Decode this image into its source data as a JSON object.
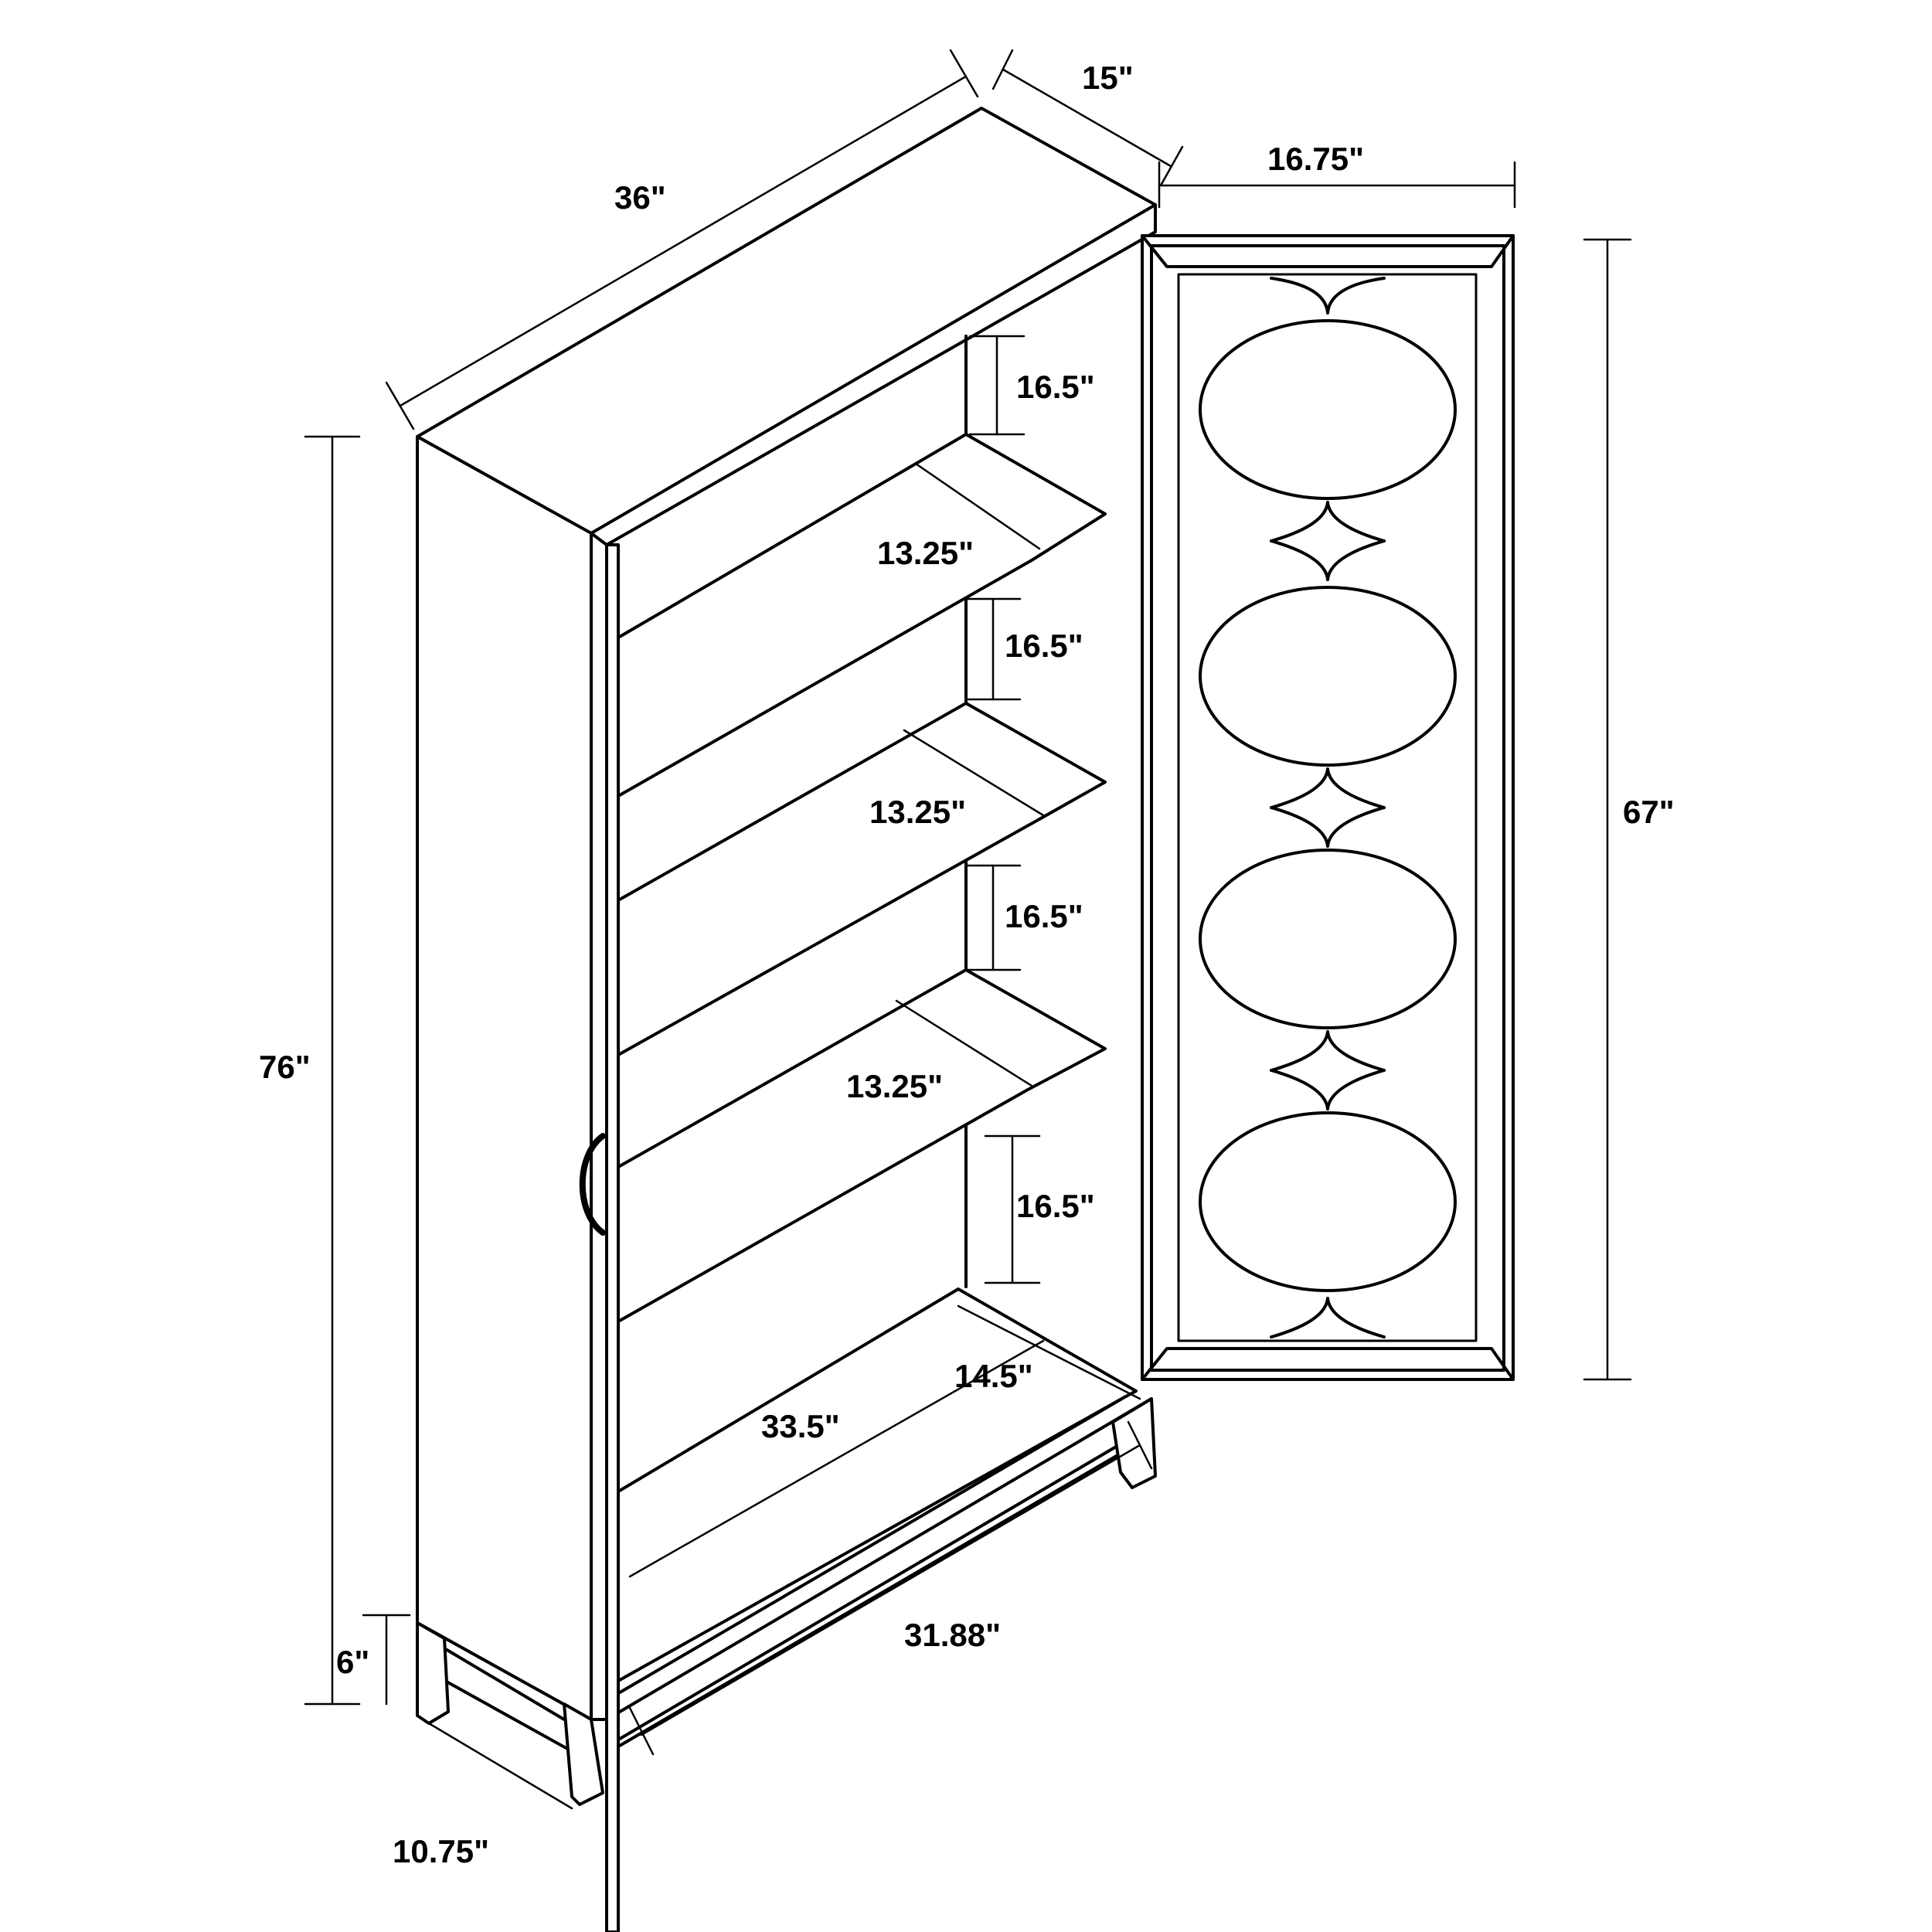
{
  "dimensions": {
    "cabinet_width": "36\"",
    "cabinet_depth": "15\"",
    "door_width": "16.75\"",
    "shelf_spacing": [
      "16.5\"",
      "16.5\"",
      "16.5\"",
      "16.5\""
    ],
    "shelf_depth": [
      "13.25\"",
      "13.25\"",
      "13.25\""
    ],
    "overall_height": "76\"",
    "door_height": "67\"",
    "bottom_depth": "14.5\"",
    "interior_width": "33.5\"",
    "base_width": "31.88\"",
    "leg_height": "6\"",
    "leg_depth": "10.75\""
  }
}
